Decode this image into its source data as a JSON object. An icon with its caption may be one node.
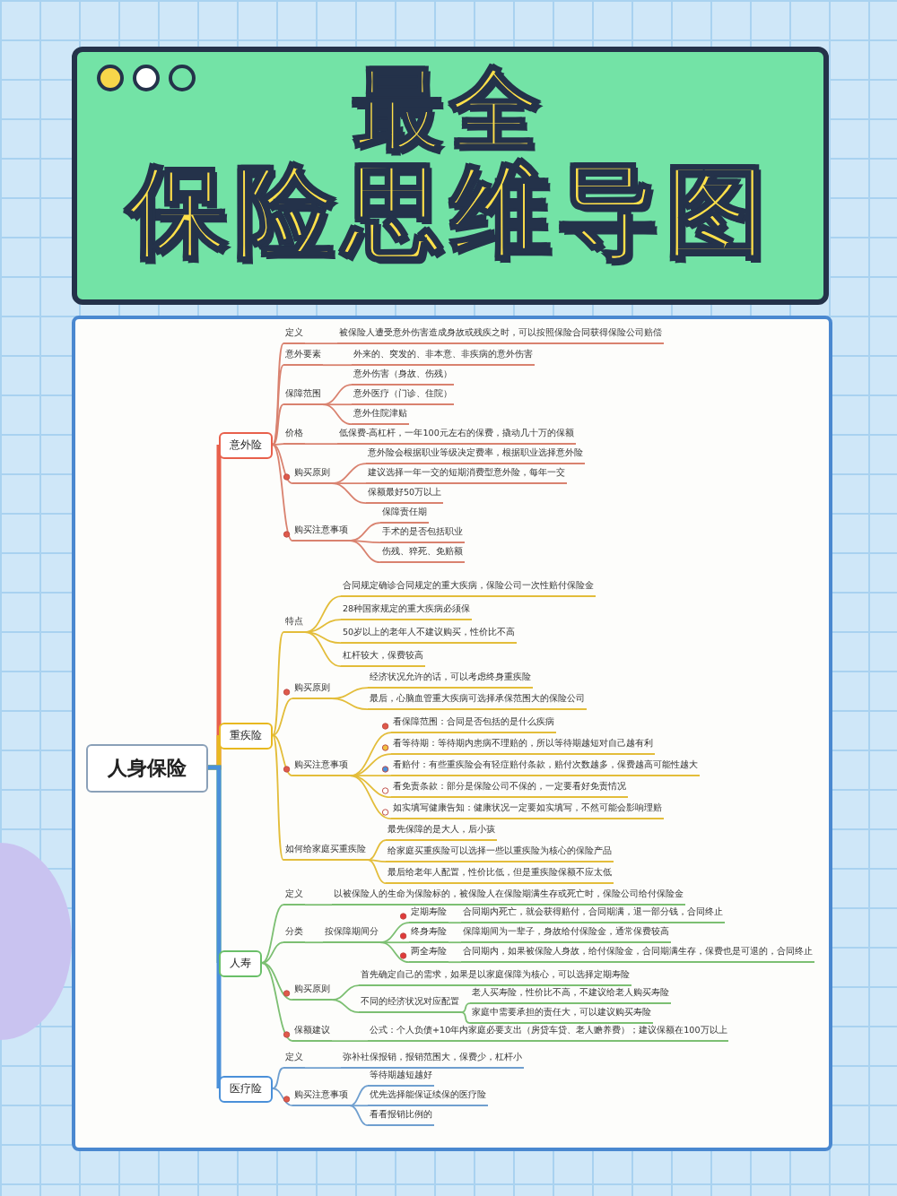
{
  "diagram": {
    "title": "最全保险思维导图",
    "nodes": [
      {
        "text": [
          "人身保险"
        ]
      },
      {
        "text": [
          "意外险"
        ]
      },
      {
        "text": [
          "定义"
        ]
      },
      {
        "text": [
          "被保险人遭受意外伤害造成身故或残疾之时，可以按照保险合同获得保险公司赔偿"
        ]
      },
      {
        "text": [
          "意外要素"
        ]
      },
      {
        "text": [
          "外来的、突发的、非本意、非疾病的意外伤害"
        ]
      },
      {
        "text": [
          "保障范围"
        ]
      },
      {
        "text": [
          "意外伤害（身故、伤残）"
        ]
      },
      {
        "text": [
          "意外医疗（门诊、住院）"
        ]
      },
      {
        "text": [
          "意外住院津贴"
        ]
      },
      {
        "text": [
          "价格"
        ]
      },
      {
        "text": [
          "低保费-高杠杆，一年100元左右的保费，撬动几十万的保额"
        ]
      },
      {
        "text": [
          "购买原则"
        ]
      },
      {
        "text": [
          "意外险会根据职业等级决定费率，根据职业选择意外险"
        ]
      },
      {
        "text": [
          "建议选择一年一交的短期消费型意外险，每年一交"
        ]
      },
      {
        "text": [
          "保额最好50万以上"
        ]
      },
      {
        "text": [
          "购买注意事项"
        ]
      },
      {
        "text": [
          "保障责任期"
        ]
      },
      {
        "text": [
          "手术的是否包括职业"
        ]
      },
      {
        "text": [
          "伤残、猝死、免赔额"
        ]
      },
      {
        "text": [
          "重疾险"
        ]
      },
      {
        "text": [
          "特点"
        ]
      },
      {
        "text": [
          "合同规定确诊合同规定的重大疾病，保险公司一次性赔付保险金"
        ]
      },
      {
        "text": [
          "28种国家规定的重大疾病必须保"
        ]
      },
      {
        "text": [
          "50岁以上的老年人不建议购买，性价比不高"
        ]
      },
      {
        "text": [
          "杠杆较大，保费较高"
        ]
      },
      {
        "text": [
          "购买原则"
        ]
      },
      {
        "text": [
          "经济状况允许的话，可以考虑终身重疾险"
        ]
      },
      {
        "text": [
          "最后，心脑血管重大疾病可选择承保范围大的保险公司"
        ]
      },
      {
        "text": [
          "购买注意事项"
        ]
      },
      {
        "text": [
          "看保障范围：合同是否包括的是什么疾病"
        ]
      },
      {
        "text": [
          "看等待期：等待期内患病不理赔的，所以等待期越短对自己越有利"
        ]
      },
      {
        "text": [
          "看赔付：有些重疾险会有轻症赔付条款，赔付次数越多，保费越高可能性越大"
        ]
      },
      {
        "text": [
          "看免责条款：部分是保险公司不保的，一定要看好免责情况"
        ]
      },
      {
        "text": [
          "如实填写健康告知：健康状况一定要如实填写，不然可能会影响理赔"
        ]
      },
      {
        "text": [
          "如何给家庭买重疾险"
        ]
      },
      {
        "text": [
          "最先保障的是大人，后小孩"
        ]
      },
      {
        "text": [
          "给家庭买重疾险可以选择一些以重疾险为核心的保险产品"
        ]
      },
      {
        "text": [
          "最后给老年人配置，性价比低，但是重疾险保额不应太低"
        ]
      },
      {
        "text": [
          "人寿"
        ]
      },
      {
        "text": [
          "定义"
        ]
      },
      {
        "text": [
          "以被保险人的生命为保险标的，被保险人在保险期满生存或死亡时，保险公司给付保险金"
        ]
      },
      {
        "text": [
          "分类"
        ]
      },
      {
        "text": [
          "按保障期间分"
        ]
      },
      {
        "text": [
          "定期寿险"
        ]
      },
      {
        "text": [
          "合同期内死亡，就会获得赔付，合同期满，退一部分钱，合同终止"
        ]
      },
      {
        "text": [
          "终身寿险"
        ]
      },
      {
        "text": [
          "保障期间为一辈子，身故给付保险金，通常保费较高"
        ]
      },
      {
        "text": [
          "两全寿险"
        ]
      },
      {
        "text": [
          "合同期内，如果被保险人身故，给付保险金，合同期满生存，保费也是可退的，合同终止"
        ]
      },
      {
        "text": [
          "购买原则"
        ]
      },
      {
        "text": [
          "首先确定自己的需求，如果是以家庭保障为核心，可以选择定期寿险"
        ]
      },
      {
        "text": [
          "不同的经济状况对应配置"
        ]
      },
      {
        "text": [
          "老人买寿险，性价比不高，不建议给老人购买寿险"
        ]
      },
      {
        "text": [
          "家庭中需要承担的责任大，可以建议购买寿险"
        ]
      },
      {
        "text": [
          "保额建议"
        ]
      },
      {
        "text": [
          "公式：个人负债+10年内家庭必要支出（房贷车贷、老人赡养费）；建议保额在100万以上"
        ]
      },
      {
        "text": [
          "医疗险"
        ]
      },
      {
        "text": [
          "定义"
        ]
      },
      {
        "text": [
          "弥补社保报销，报销范围大，保费少，杠杆小"
        ]
      },
      {
        "text": [
          "购买注意事项"
        ]
      },
      {
        "text": [
          "等待期越短越好"
        ]
      },
      {
        "text": [
          "优先选择能保证续保的医疗险"
        ]
      },
      {
        "text": [
          "看看报销比例的"
        ]
      }
    ],
    "edges": [
      {
        "from": 0,
        "to": 1,
        "arrow": "none",
        "style": "thick",
        "color": "#e8604c"
      },
      {
        "from": 0,
        "to": 20,
        "arrow": "none",
        "style": "thick",
        "color": "#e8b820"
      },
      {
        "from": 0,
        "to": 39,
        "arrow": "none",
        "style": "thick",
        "color": "#6abf69"
      },
      {
        "from": 0,
        "to": 57,
        "arrow": "none",
        "style": "thick",
        "color": "#4a90d9"
      },
      {
        "from": 1,
        "to": 2,
        "arrow": "none",
        "color": "#d9826f"
      },
      {
        "from": 2,
        "to": 3,
        "arrow": "none",
        "color": "#d9826f"
      },
      {
        "from": 1,
        "to": 4,
        "arrow": "none",
        "color": "#d9826f"
      },
      {
        "from": 4,
        "to": 5,
        "arrow": "none",
        "color": "#d9826f"
      },
      {
        "from": 1,
        "to": 6,
        "arrow": "none",
        "color": "#d9826f"
      },
      {
        "from": 6,
        "to": 7,
        "arrow": "none",
        "color": "#d9826f"
      },
      {
        "from": 6,
        "to": 8,
        "arrow": "none",
        "color": "#d9826f"
      },
      {
        "from": 6,
        "to": 9,
        "arrow": "none",
        "color": "#d9826f"
      },
      {
        "from": 1,
        "to": 10,
        "arrow": "none",
        "color": "#d9826f"
      },
      {
        "from": 10,
        "to": 11,
        "arrow": "none",
        "color": "#d9826f"
      },
      {
        "from": 1,
        "to": 12,
        "arrow": "none",
        "color": "#d9826f"
      },
      {
        "from": 12,
        "to": 13,
        "arrow": "none",
        "color": "#d9826f"
      },
      {
        "from": 12,
        "to": 14,
        "arrow": "none",
        "color": "#d9826f"
      },
      {
        "from": 12,
        "to": 15,
        "arrow": "none",
        "color": "#d9826f"
      },
      {
        "from": 1,
        "to": 16,
        "arrow": "none",
        "color": "#d9826f"
      },
      {
        "from": 16,
        "to": 17,
        "arrow": "none",
        "color": "#d9826f"
      },
      {
        "from": 16,
        "to": 18,
        "arrow": "none",
        "color": "#d9826f"
      },
      {
        "from": 16,
        "to": 19,
        "arrow": "none",
        "color": "#d9826f"
      },
      {
        "from": 20,
        "to": 21,
        "arrow": "none",
        "color": "#e3bd3a"
      },
      {
        "from": 21,
        "to": 22,
        "arrow": "none",
        "color": "#e3bd3a"
      },
      {
        "from": 21,
        "to": 23,
        "arrow": "none",
        "color": "#e3bd3a"
      },
      {
        "from": 21,
        "to": 24,
        "arrow": "none",
        "color": "#e3bd3a"
      },
      {
        "from": 21,
        "to": 25,
        "arrow": "none",
        "color": "#e3bd3a"
      },
      {
        "from": 20,
        "to": 26,
        "arrow": "none",
        "color": "#e3bd3a"
      },
      {
        "from": 26,
        "to": 27,
        "arrow": "none",
        "color": "#e3bd3a"
      },
      {
        "from": 26,
        "to": 28,
        "arrow": "none",
        "color": "#e3bd3a"
      },
      {
        "from": 20,
        "to": 29,
        "arrow": "none",
        "color": "#e3bd3a"
      },
      {
        "from": 29,
        "to": 30,
        "arrow": "none",
        "color": "#e3bd3a"
      },
      {
        "from": 29,
        "to": 31,
        "arrow": "none",
        "color": "#e3bd3a"
      },
      {
        "from": 29,
        "to": 32,
        "arrow": "none",
        "color": "#e3bd3a"
      },
      {
        "from": 29,
        "to": 33,
        "arrow": "none",
        "color": "#e3bd3a"
      },
      {
        "from": 29,
        "to": 34,
        "arrow": "none",
        "color": "#e3bd3a"
      },
      {
        "from": 20,
        "to": 35,
        "arrow": "none",
        "color": "#e3bd3a"
      },
      {
        "from": 35,
        "to": 36,
        "arrow": "none",
        "color": "#e3bd3a"
      },
      {
        "from": 35,
        "to": 37,
        "arrow": "none",
        "color": "#e3bd3a"
      },
      {
        "from": 35,
        "to": 38,
        "arrow": "none",
        "color": "#e3bd3a"
      },
      {
        "from": 39,
        "to": 40,
        "arrow": "none",
        "color": "#7cbf72"
      },
      {
        "from": 40,
        "to": 41,
        "arrow": "none",
        "color": "#7cbf72"
      },
      {
        "from": 39,
        "to": 42,
        "arrow": "none",
        "color": "#7cbf72"
      },
      {
        "from": 42,
        "to": 43,
        "arrow": "none",
        "color": "#7cbf72"
      },
      {
        "from": 43,
        "to": 44,
        "arrow": "none",
        "color": "#7cbf72"
      },
      {
        "from": 44,
        "to": 45,
        "arrow": "none",
        "color": "#7cbf72"
      },
      {
        "from": 43,
        "to": 46,
        "arrow": "none",
        "color": "#7cbf72"
      },
      {
        "from": 46,
        "to": 47,
        "arrow": "none",
        "color": "#7cbf72"
      },
      {
        "from": 43,
        "to": 48,
        "arrow": "none",
        "color": "#7cbf72"
      },
      {
        "from": 48,
        "to": 49,
        "arrow": "none",
        "color": "#7cbf72"
      },
      {
        "from": 39,
        "to": 50,
        "arrow": "none",
        "color": "#7cbf72"
      },
      {
        "from": 50,
        "to": 51,
        "arrow": "none",
        "color": "#7cbf72"
      },
      {
        "from": 50,
        "to": 52,
        "arrow": "none",
        "color": "#7cbf72"
      },
      {
        "from": 52,
        "to": 53,
        "arrow": "none",
        "color": "#7cbf72"
      },
      {
        "from": 52,
        "to": 54,
        "arrow": "none",
        "color": "#7cbf72"
      },
      {
        "from": 39,
        "to": 55,
        "arrow": "none",
        "color": "#7cbf72"
      },
      {
        "from": 55,
        "to": 56,
        "arrow": "none",
        "color": "#7cbf72"
      },
      {
        "from": 57,
        "to": 58,
        "arrow": "none",
        "color": "#6f9fcf"
      },
      {
        "from": 58,
        "to": 59,
        "arrow": "none",
        "color": "#6f9fcf"
      },
      {
        "from": 57,
        "to": 60,
        "arrow": "none",
        "color": "#6f9fcf"
      },
      {
        "from": 60,
        "to": 61,
        "arrow": "none",
        "color": "#6f9fcf"
      },
      {
        "from": 60,
        "to": 62,
        "arrow": "none",
        "color": "#6f9fcf"
      },
      {
        "from": 60,
        "to": 63,
        "arrow": "none",
        "color": "#6f9fcf"
      }
    ]
  }
}
